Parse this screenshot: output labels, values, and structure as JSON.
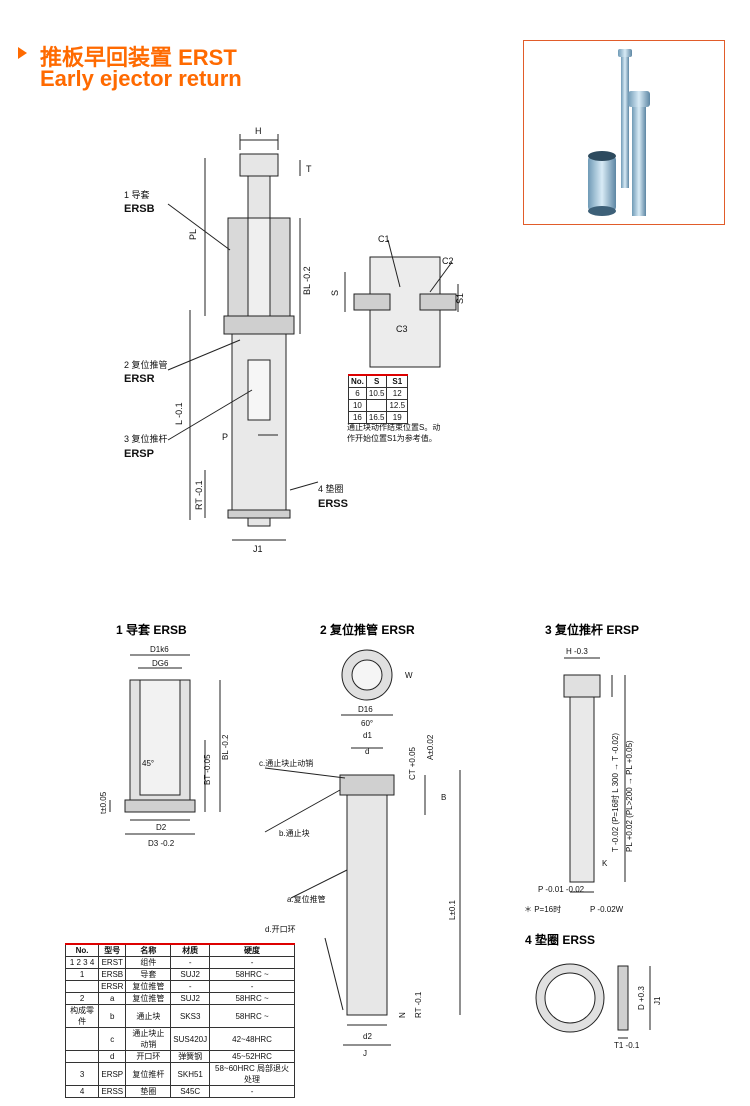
{
  "title": {
    "cn": "推板早回装置 ERST",
    "en": "Early ejector return"
  },
  "photo": {
    "subject": "ejector-return-set-photo"
  },
  "assembly": {
    "labels": [
      "1 导套",
      "ERSB",
      "2 复位推管",
      "ERSR",
      "3 复位推杆",
      "ERSP",
      "4 垫圈",
      "ERSS"
    ],
    "dims": [
      "H",
      "T",
      "PL",
      "BL -0.2",
      "L -0.1",
      "P",
      "RT -0.1",
      "J1"
    ]
  },
  "detail": {
    "dims": [
      "C1",
      "C2",
      "C3",
      "S",
      "S1"
    ]
  },
  "s_table": {
    "headers": [
      "No.",
      "S",
      "S1"
    ],
    "rows": [
      [
        "6",
        "10.5",
        "12"
      ],
      [
        "10",
        "",
        "12.5"
      ],
      [
        "16",
        "16.5",
        "19"
      ]
    ]
  },
  "note": "通止块动作结束位置S。动作开始位置S1为参考值。",
  "parts": {
    "ersb": {
      "title": "1 导套 ERSB",
      "dims": [
        "D1k6",
        "DG6",
        "45°",
        "BT -0.05",
        "BL -0.2",
        "t±0.05",
        "D2",
        "D3 -0.2"
      ]
    },
    "ersr": {
      "title": "2 复位推管 ERSR",
      "dims": [
        "W",
        "D16",
        "60°",
        "d1",
        "d",
        "CT +0.05",
        "A±0.02",
        "B",
        "L±0.1",
        "N",
        "RT -0.1",
        "d2",
        "J"
      ],
      "callouts": [
        "c.通止块止动销",
        "b.通止块",
        "a.复位推管",
        "d.开口环"
      ]
    },
    "ersp": {
      "title": "3 复位推杆 ERSP",
      "dims": [
        "H -0.3",
        "T -0.02 (P=16时 L 300 → T -0.02)",
        "PL +0.02 (PL>200 → PL +0.05)",
        "K",
        "P -0.01 -0.02",
        "P -0.02W"
      ],
      "footnote": "＊ P=16时"
    },
    "erss": {
      "title": "4 垫圈 ERSS",
      "dims": [
        "D +0.3",
        "J1",
        "T1 -0.1"
      ]
    }
  },
  "materials": {
    "headers": [
      "No.",
      "型号",
      "名称",
      "材质",
      "硬度"
    ],
    "rows": [
      [
        "1 2 3 4",
        "ERST",
        "组件",
        "-",
        "-"
      ],
      [
        "1",
        "ERSB",
        "导套",
        "SUJ2",
        "58HRC ~"
      ],
      [
        "",
        "ERSR",
        "复位推管",
        "-",
        "-"
      ],
      [
        "2",
        "a",
        "复位推管",
        "SUJ2",
        "58HRC ~"
      ],
      [
        "",
        "b",
        "通止块",
        "SKS3",
        "58HRC ~"
      ],
      [
        "",
        "c",
        "通止块止动销",
        "SUS420J",
        "42~48HRC"
      ],
      [
        "",
        "d",
        "开口环",
        "弹簧钢",
        "45~52HRC"
      ],
      [
        "3",
        "ERSP",
        "复位推杆",
        "SKH51",
        "58~60HRC 局部退火处理"
      ],
      [
        "4",
        "ERSS",
        "垫圈",
        "S45C",
        "-"
      ]
    ],
    "side_label": "构成零件"
  }
}
